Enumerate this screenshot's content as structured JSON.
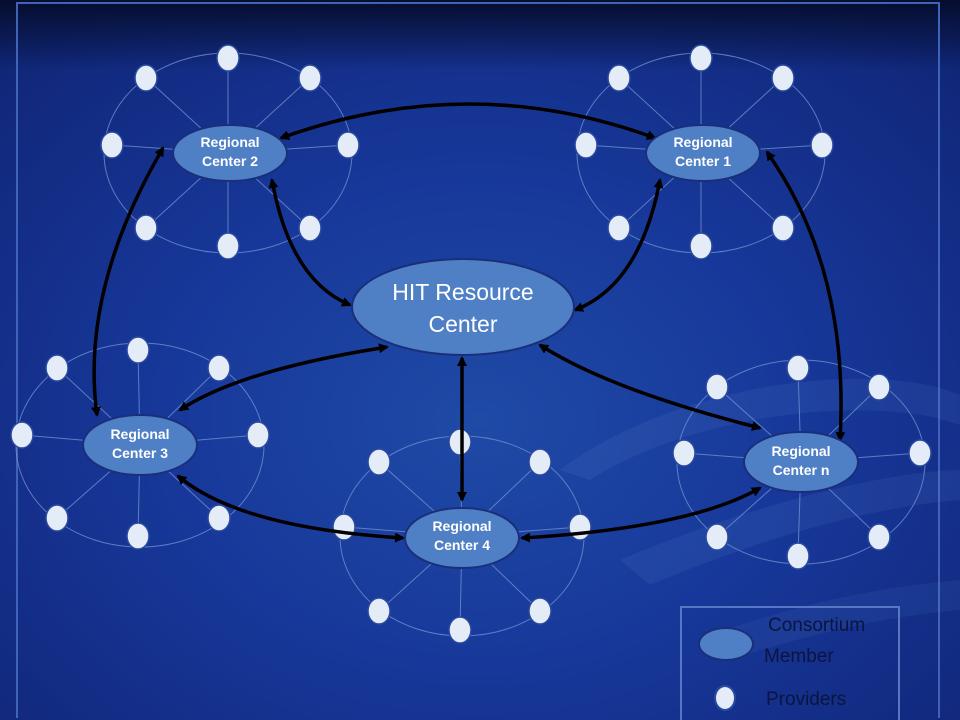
{
  "hub": {
    "label_line1": "HIT Resource",
    "label_line2": "Center"
  },
  "regions": {
    "rc2": {
      "line1": "Regional",
      "line2": "Center 2"
    },
    "rc1": {
      "line1": "Regional",
      "line2": "Center 1"
    },
    "rc3": {
      "line1": "Regional",
      "line2": "Center 3"
    },
    "rc4": {
      "line1": "Regional",
      "line2": "Center 4"
    },
    "rcn": {
      "line1": "Regional",
      "line2": "Center n"
    }
  },
  "legend": {
    "member_line1": "Consortium",
    "member_line2": "Member",
    "providers": "Providers"
  },
  "colors": {
    "node_fill": "#4f7fc4",
    "provider_fill": "#e4ecf8",
    "arrow": "#000000",
    "spoke": "#6f8fd0"
  }
}
